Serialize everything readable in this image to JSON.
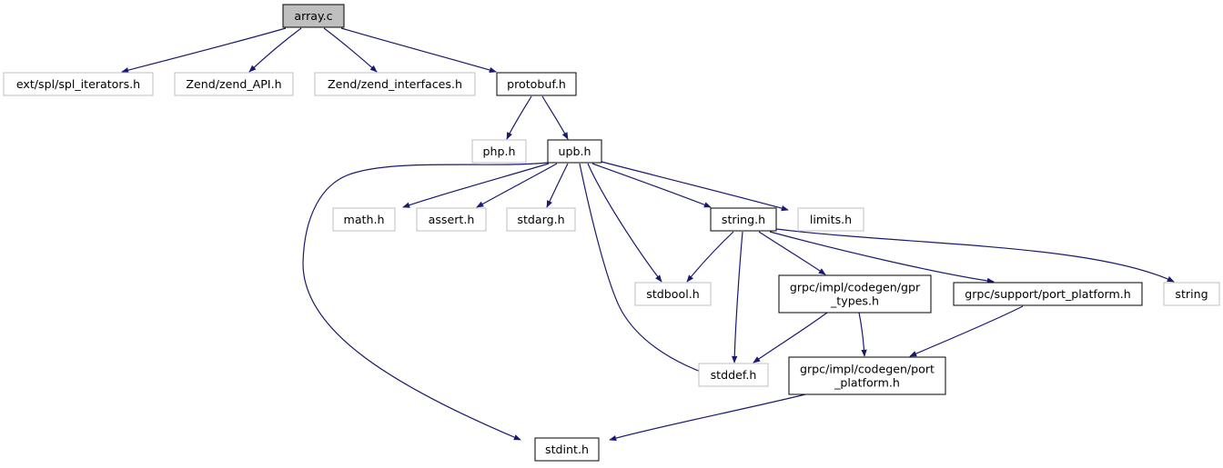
{
  "colors": {
    "edge": "#191970",
    "root_fill": "#bfbfbf",
    "documented_border": "#000000",
    "undocumented_border": "#bfbfbf"
  },
  "nodes": {
    "array_c": {
      "label": "array.c",
      "kind": "root"
    },
    "spl_iterators": {
      "label": "ext/spl/spl_iterators.h",
      "kind": "external"
    },
    "zend_api": {
      "label": "Zend/zend_API.h",
      "kind": "external"
    },
    "zend_interfaces": {
      "label": "Zend/zend_interfaces.h",
      "kind": "external"
    },
    "protobuf_h": {
      "label": "protobuf.h",
      "kind": "documented"
    },
    "php_h": {
      "label": "php.h",
      "kind": "external"
    },
    "upb_h": {
      "label": "upb.h",
      "kind": "documented"
    },
    "math_h": {
      "label": "math.h",
      "kind": "external"
    },
    "assert_h": {
      "label": "assert.h",
      "kind": "external"
    },
    "stdarg_h": {
      "label": "stdarg.h",
      "kind": "external"
    },
    "string_h": {
      "label": "string.h",
      "kind": "documented"
    },
    "limits_h": {
      "label": "limits.h",
      "kind": "external"
    },
    "stdbool_h": {
      "label": "stdbool.h",
      "kind": "external"
    },
    "gpr_types": {
      "label": [
        "grpc/impl/codegen/gpr",
        "_types.h"
      ],
      "kind": "documented"
    },
    "support_port_platform": {
      "label": "grpc/support/port_platform.h",
      "kind": "documented"
    },
    "string": {
      "label": "string",
      "kind": "external"
    },
    "stddef_h": {
      "label": "stddef.h",
      "kind": "external"
    },
    "codegen_port_platform": {
      "label": [
        "grpc/impl/codegen/port",
        "_platform.h"
      ],
      "kind": "documented"
    },
    "stdint_h": {
      "label": "stdint.h",
      "kind": "documented"
    }
  }
}
